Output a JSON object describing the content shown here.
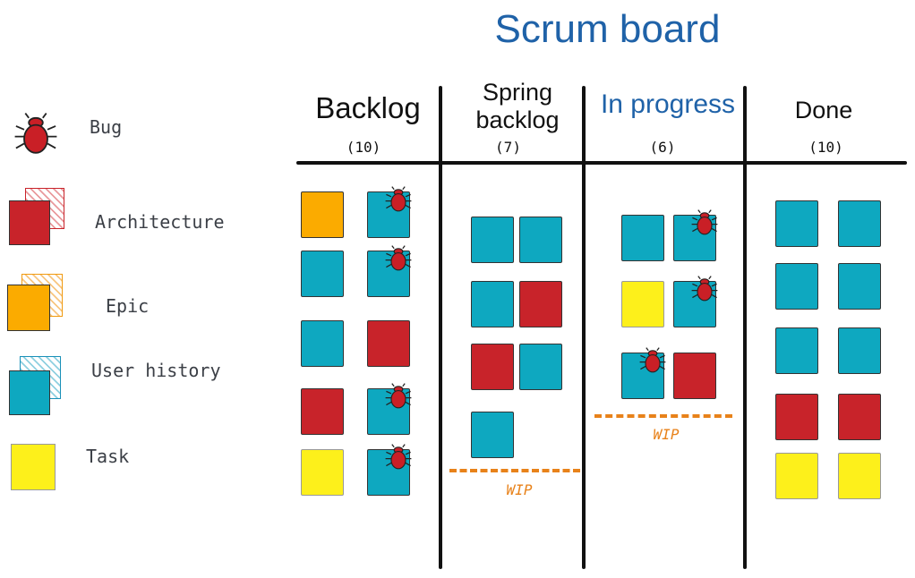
{
  "title": "Scrum board",
  "colors": {
    "bug": "#c91f26",
    "architecture": "#c8232a",
    "epic": "#fbab00",
    "user_history": "#0ea8c0",
    "task": "#fdf01b",
    "title": "#1f62a8",
    "wip": "#e8821a"
  },
  "legend": [
    {
      "key": "bug",
      "label": "Bug",
      "icon": "bug-icon"
    },
    {
      "key": "architecture",
      "label": "Architecture",
      "icon": "architecture-card-icon"
    },
    {
      "key": "epic",
      "label": "Epic",
      "icon": "epic-card-icon"
    },
    {
      "key": "user_history",
      "label": "User history",
      "icon": "user-history-card-icon"
    },
    {
      "key": "task",
      "label": "Task",
      "icon": "task-card-icon"
    }
  ],
  "columns": [
    {
      "name": "Backlog",
      "count": "(10)"
    },
    {
      "name": "Spring backlog",
      "count": "(7)"
    },
    {
      "name": "In progress",
      "count": "(6)"
    },
    {
      "name": "Done",
      "count": "(10)"
    }
  ],
  "wip_label": "WIP",
  "cards": {
    "backlog": [
      {
        "type": "epic",
        "bug": false
      },
      {
        "type": "user_history",
        "bug": true
      },
      {
        "type": "user_history",
        "bug": false
      },
      {
        "type": "user_history",
        "bug": true
      },
      {
        "type": "user_history",
        "bug": false
      },
      {
        "type": "architecture",
        "bug": false
      },
      {
        "type": "architecture",
        "bug": false
      },
      {
        "type": "user_history",
        "bug": true
      },
      {
        "type": "task",
        "bug": false
      },
      {
        "type": "user_history",
        "bug": true
      }
    ],
    "spring_backlog": [
      {
        "type": "user_history",
        "bug": false
      },
      {
        "type": "user_history",
        "bug": false
      },
      {
        "type": "user_history",
        "bug": false
      },
      {
        "type": "architecture",
        "bug": false
      },
      {
        "type": "architecture",
        "bug": false
      },
      {
        "type": "user_history",
        "bug": false
      },
      {
        "type": "user_history",
        "bug": false
      }
    ],
    "in_progress": [
      {
        "type": "user_history",
        "bug": false
      },
      {
        "type": "user_history",
        "bug": true
      },
      {
        "type": "task",
        "bug": false
      },
      {
        "type": "user_history",
        "bug": true
      },
      {
        "type": "user_history",
        "bug": true
      },
      {
        "type": "architecture",
        "bug": false
      }
    ],
    "done": [
      {
        "type": "user_history",
        "bug": false
      },
      {
        "type": "user_history",
        "bug": false
      },
      {
        "type": "user_history",
        "bug": false
      },
      {
        "type": "user_history",
        "bug": false
      },
      {
        "type": "user_history",
        "bug": false
      },
      {
        "type": "user_history",
        "bug": false
      },
      {
        "type": "architecture",
        "bug": false
      },
      {
        "type": "architecture",
        "bug": false
      },
      {
        "type": "task",
        "bug": false
      },
      {
        "type": "task",
        "bug": false
      }
    ]
  }
}
